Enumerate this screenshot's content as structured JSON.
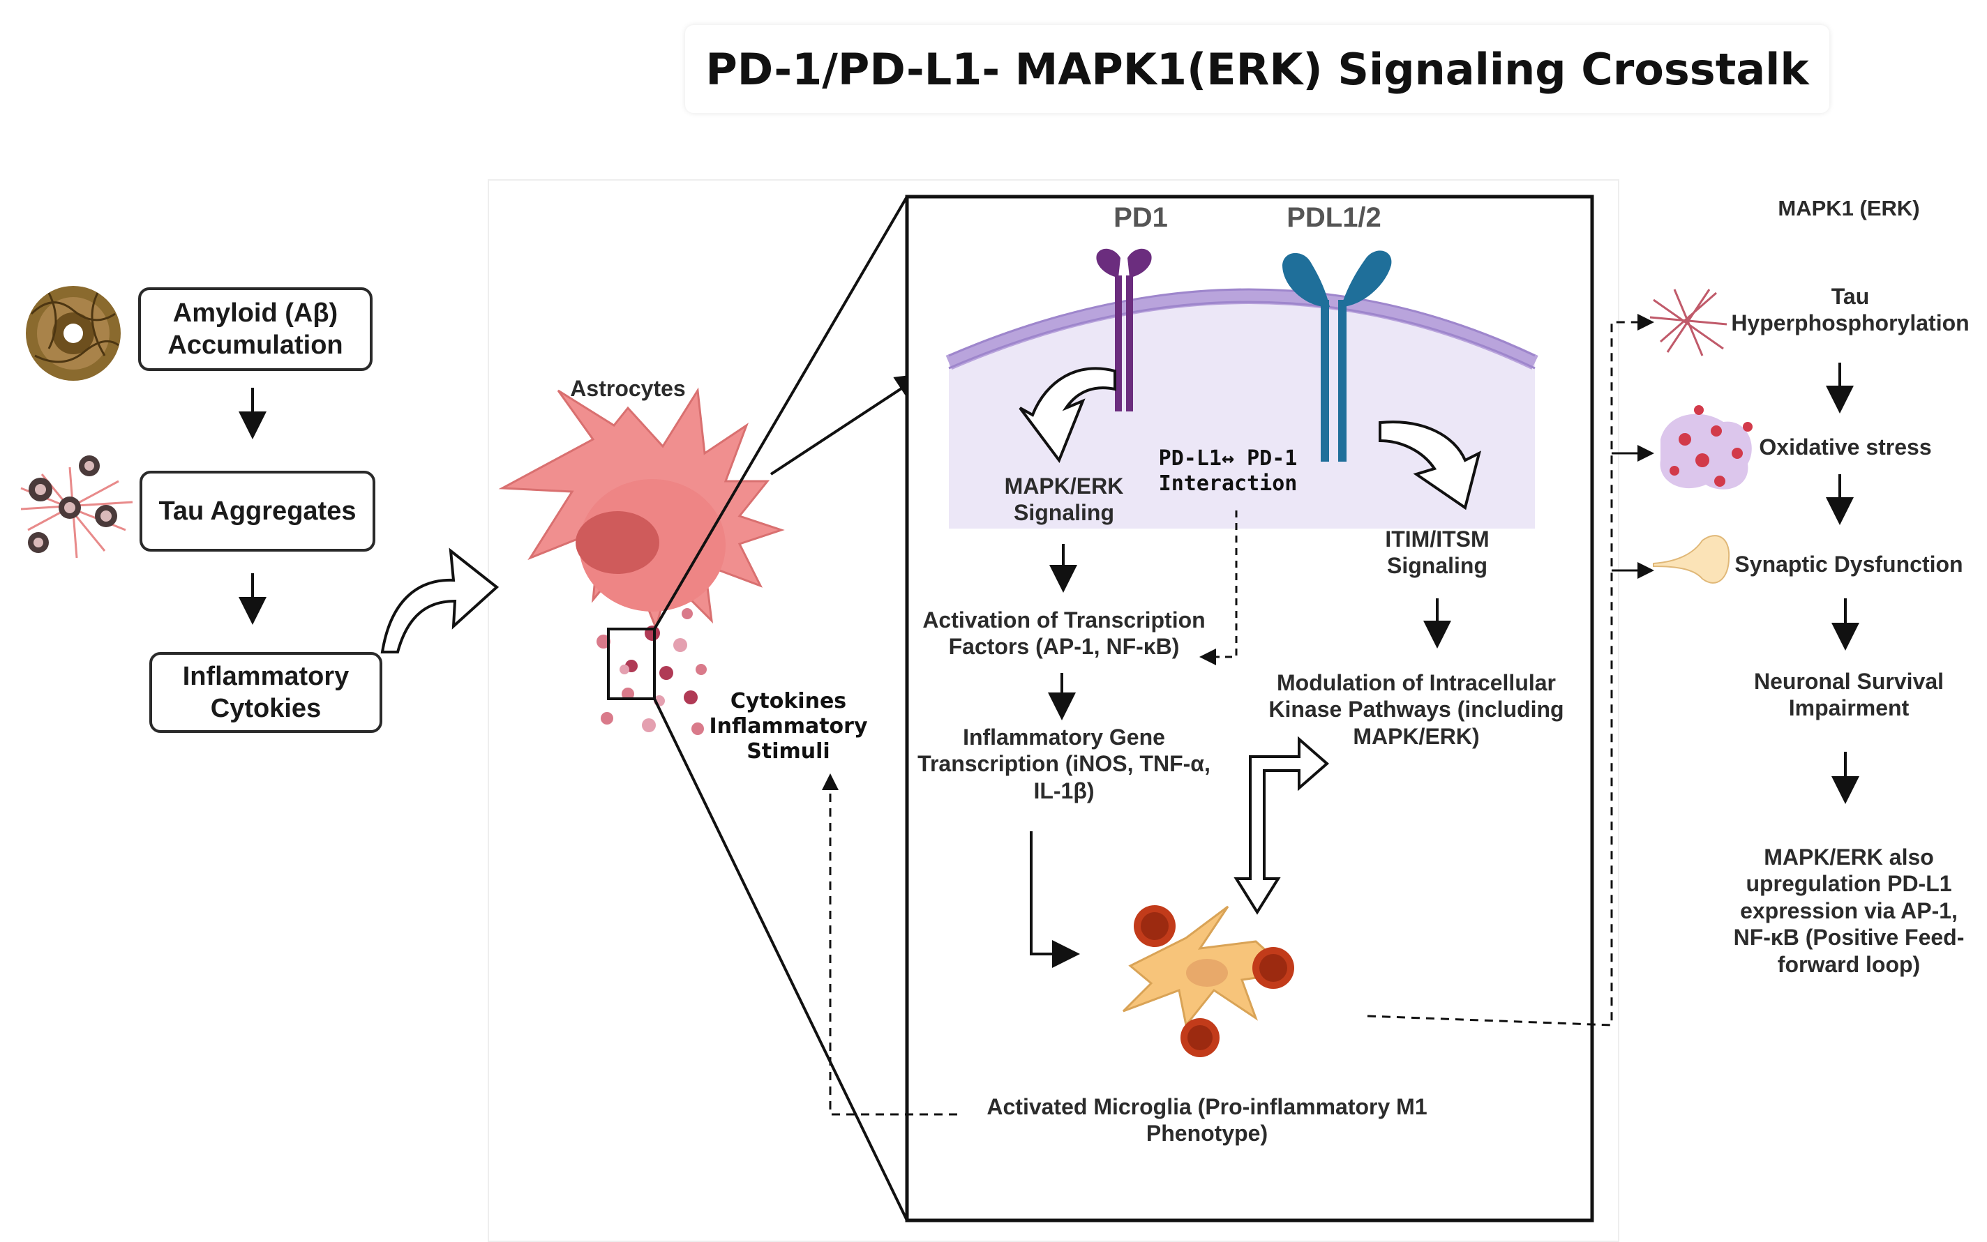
{
  "title": "PD-1/PD-L1- MAPK1(ERK) Signaling Crosstalk",
  "left_panel": {
    "amyloid": "Amyloid (Aβ) Accumulation",
    "tau": "Tau Aggregates",
    "cytokines": "Inflammatory Cytokies"
  },
  "astrocyte": {
    "label": "Astrocytes",
    "stimuli": "Cytokines Inflammatory Stimuli"
  },
  "zoom_panel": {
    "pd1": "PD1",
    "pdl1": "PDL1/2",
    "interaction": "PD-L1↔ PD-1 Interaction",
    "mapk_signaling": "MAPK/ERK Signaling",
    "itim_signaling": "ITIM/ITSM Signaling",
    "transcription_factors": "Activation of Transcription Factors (AP-1, NF-κB)",
    "gene_transcription": "Inflammatory Gene Transcription (iNOS, TNF-α, IL-1β)",
    "kinase_modulation": "Modulation of Intracellular Kinase Pathways (including MAPK/ERK)",
    "microglia": "Activated Microglia (Pro-inflammatory M1 Phenotype)"
  },
  "right_panel": {
    "header": "MAPK1 (ERK)",
    "tau": "Tau Hyperphosphorylation",
    "oxidative": "Oxidative stress",
    "synaptic": "Synaptic Dysfunction",
    "survival": "Neuronal Survival Impairment",
    "feedback": "MAPK/ERK also upregulation PD-L1 expression via AP-1, NF-κB (Positive Feed-forward loop)"
  },
  "colors": {
    "pd1": "#6b2d7e",
    "pdl1": "#1f6f9a",
    "astrocyte": "#f08f8f",
    "membrane": "#b9a4dc",
    "microglia": "#f7c47a"
  }
}
